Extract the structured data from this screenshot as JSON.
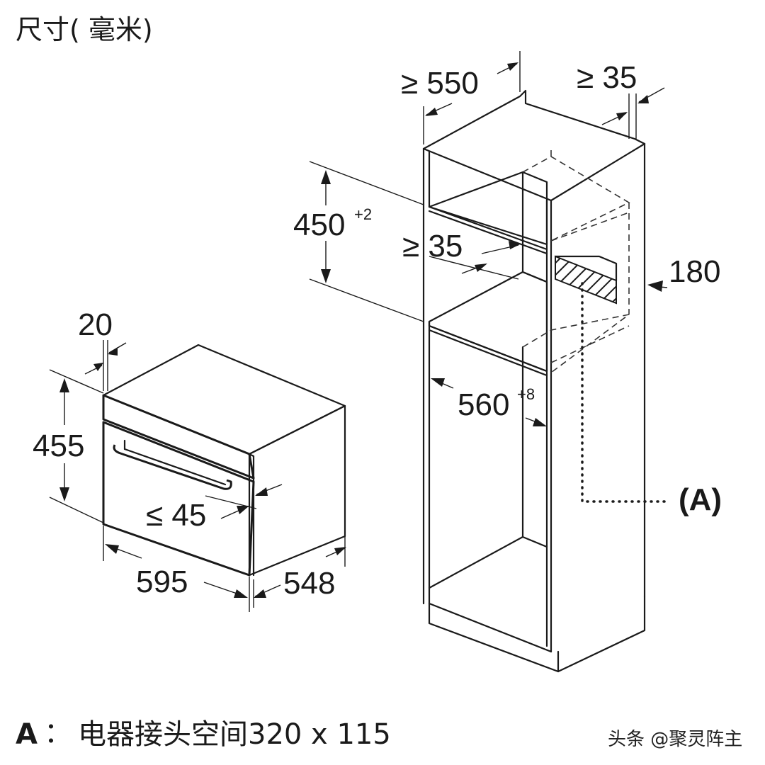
{
  "title": "尺寸( 毫米)",
  "oven": {
    "width": "595",
    "depth": "548",
    "height": "455",
    "front_panel": "20",
    "gap": "≤ 45"
  },
  "cabinet": {
    "min_depth": "≥ 550",
    "rear_gap": "≥ 35",
    "niche_height": "450",
    "niche_height_tol": "+2",
    "vent_gap": "≥ 35",
    "connector_height": "180",
    "niche_width": "560",
    "niche_width_tol": "+8",
    "connector_label": "(A)"
  },
  "legend": {
    "key": "A",
    "separator": "：",
    "text": "电器接头空间320 x 115"
  },
  "watermark": "头条 @聚灵阵主",
  "colors": {
    "line": "#1a1a1a",
    "background": "#ffffff"
  }
}
